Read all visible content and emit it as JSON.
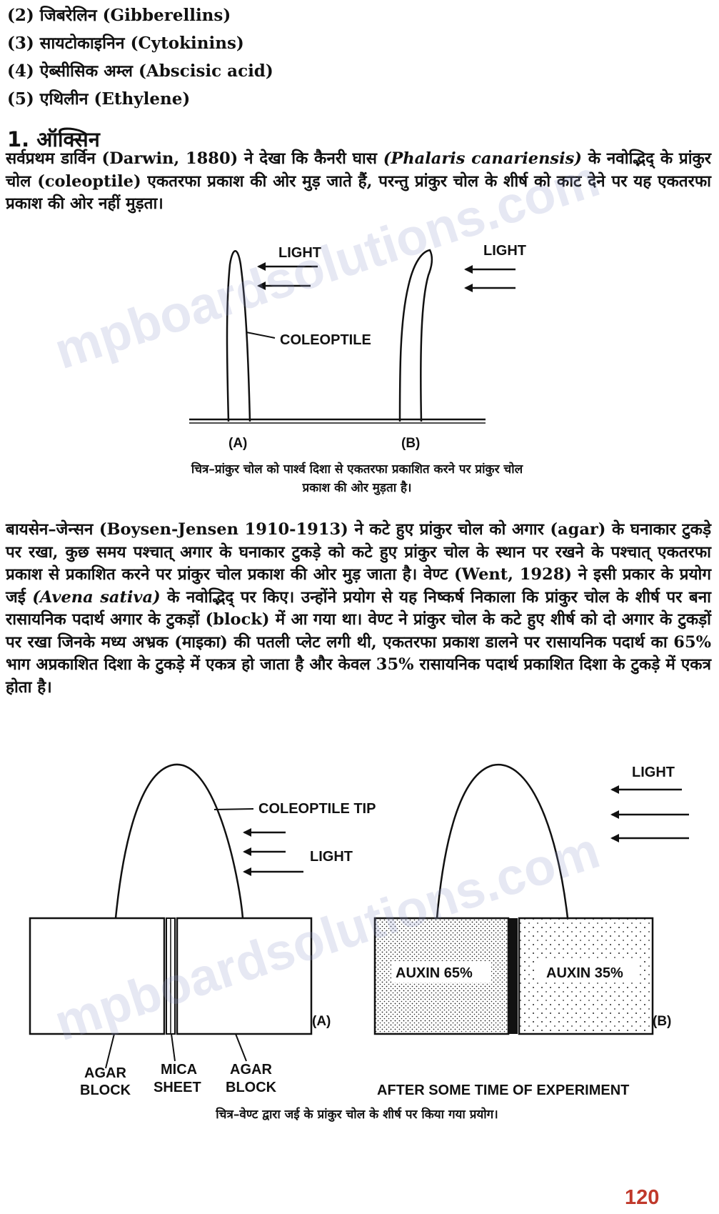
{
  "list_items": [
    "(2) जिबरेलिन (Gibberellins)",
    "(3) सायटोकाइनिन (Cytokinins)",
    "(4) ऐब्सीसिक अम्ल (Abscisic acid)",
    "(5) एथिलीन (Ethylene)"
  ],
  "section_heading": "1. ऑक्सिन",
  "para1": {
    "a": "सर्वप्रथम डार्विन (Darwin, 1880) ने देखा कि कैनरी घास ",
    "b": "(Phalaris canariensis)",
    "c": " के नवोद्भिद् के प्रांकुर चोल (coleoptile) एकतरफा प्रकाश की ओर मुड़ जाते हैं, परन्तु प्रांकुर चोल के शीर्ष को काट देने पर यह एकतरफा प्रकाश की ओर नहीं मुड़ता।"
  },
  "fig1": {
    "light_a": "LIGHT",
    "light_b": "LIGHT",
    "coleoptile": "COLEOPTILE",
    "label_a": "(A)",
    "label_b": "(B)",
    "caption_line1": "चित्र–प्रांकुर चोल को पार्श्व दिशा से एकतरफा प्रकाशित करने पर प्रांकुर चोल",
    "caption_line2": "प्रकाश की ओर मुड़ता है।"
  },
  "para2": {
    "a": "बायसेन–जेन्सन (Boysen-Jensen 1910-1913) ने कटे हुए प्रांकुर चोल को अगार (agar) के घनाकार टुकड़े पर रखा, कुछ समय पश्चात् अगार के घनाकार टुकड़े को कटे हुए प्रांकुर चोल के स्थान पर रखने के पश्चात् एकतरफा प्रकाश से प्रकाशित करने पर प्रांकुर चोल प्रकाश की ओर मुड़ जाता है। वेण्ट (Went, 1928) ने इसी प्रकार के प्रयोग जई ",
    "b": "(Avena sativa)",
    "c": " के नवोद्भिद् पर किए। उन्होंने प्रयोग से यह निष्कर्ष निकाला कि प्रांकुर चोल के शीर्ष पर बना रासायनिक पदार्थ अगार के टुकड़ों (block) में आ गया था। वेण्ट ने प्रांकुर चोल के कटे हुए शीर्ष को दो अगार के टुकड़ों पर रखा जिनके मध्य अभ्रक (माइका) की पतली प्लेट लगी थी, एकतरफा प्रकाश डालने पर रासायनिक पदार्थ का 65% भाग अप्रकाशित दिशा के टुकड़े में एकत्र हो जाता है और केवल 35% रासायनिक पदार्थ प्रकाशित दिशा के टुकड़े में एकत्र होता है।"
  },
  "fig2": {
    "coleoptile_tip": "COLEOPTILE TIP",
    "light_a": "LIGHT",
    "light_b": "LIGHT",
    "label_a": "(A)",
    "label_b": "(B)",
    "agar_block_left_1": "AGAR",
    "agar_block_left_2": "BLOCK",
    "mica_1": "MICA",
    "mica_2": "SHEET",
    "agar_block_right_1": "AGAR",
    "agar_block_right_2": "BLOCK",
    "auxin_65": "AUXIN 65%",
    "auxin_35": "AUXIN 35%",
    "after_experiment": "AFTER SOME TIME OF EXPERIMENT",
    "caption": "चित्र–वेण्ट द्वारा जई के प्रांकुर चोल के शीर्ष पर किया गया प्रयोग।"
  },
  "watermark_text": "mpboardsolutions.com",
  "page_number": "120"
}
